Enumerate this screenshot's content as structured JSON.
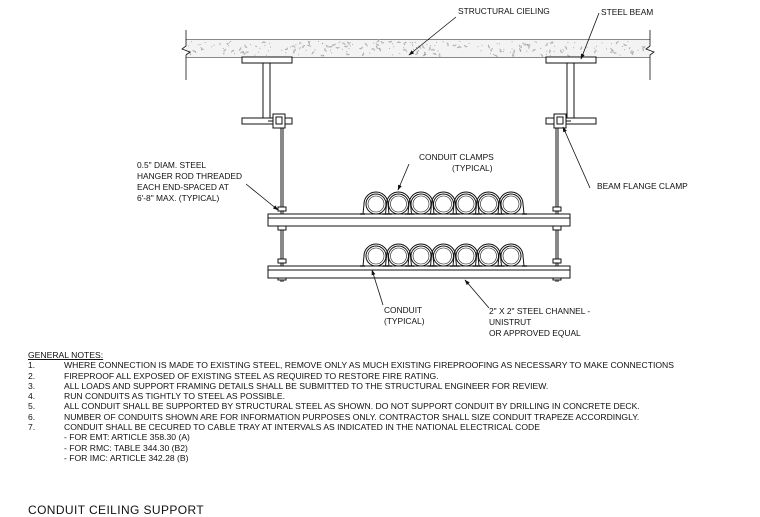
{
  "labels": {
    "structural_ceiling": "STRUCTURAL CIELING",
    "steel_beam": "STEEL BEAM",
    "hanger_rod": [
      "0.5\" DIAM. STEEL",
      "HANGER ROD THREADED",
      "EACH END-SPACED AT",
      "6'-8\" MAX. (TYPICAL)"
    ],
    "conduit_clamps": [
      "CONDUIT CLAMPS",
      "(TYPICAL)"
    ],
    "beam_flange_clamp": "BEAM FLANGE CLAMP",
    "conduit": [
      "CONDUIT",
      "(TYPICAL)"
    ],
    "steel_channel": [
      "2\" X 2\" STEEL CHANNEL -",
      "UNISTRUT",
      "OR APPROVED EQUAL"
    ]
  },
  "notes": {
    "title": "GENERAL NOTES:",
    "items": [
      {
        "num": "1.",
        "text": "WHERE CONNECTION IS MADE TO EXISTING STEEL, REMOVE ONLY AS MUCH EXISTING FIREPROOFING AS NECESSARY TO MAKE CONNECTIONS"
      },
      {
        "num": "2.",
        "text": "FIREPROOF ALL EXPOSED OF EXISTING STEEL AS REQUIRED TO RESTORE FIRE RATING."
      },
      {
        "num": "3.",
        "text": "ALL LOADS AND SUPPORT FRAMING DETAILS SHALL BE SUBMITTED TO THE STRUCTURAL ENGINEER FOR REVIEW."
      },
      {
        "num": "4.",
        "text": "RUN CONDUITS AS TIGHTLY TO STEEL AS POSSIBLE."
      },
      {
        "num": "5.",
        "text": "ALL CONDUIT SHALL BE SUPPORTED BY STRUCTURAL STEEL AS SHOWN. DO NOT SUPPORT CONDUIT BY DRILLING IN CONCRETE DECK."
      },
      {
        "num": "6.",
        "text": "NUMBER OF CONDUITS SHOWN ARE FOR INFORMATION PURPOSES ONLY. CONTRACTOR SHALL SIZE CONDUIT TRAPEZE ACCORDINGLY."
      },
      {
        "num": "7.",
        "text": "CONDUIT SHALL BE CECURED TO CABLE TRAY AT INTERVALS AS INDICATED IN THE NATIONAL ELECTRICAL CODE"
      }
    ],
    "subitems": [
      "- FOR EMT: ARTICLE 358.30 (A)",
      "- FOR RMC: TABLE 344.30 (B2)",
      "- FOR IMC: ARTICLE 342.28 (B)"
    ]
  },
  "sheet_title": "CONDUIT CEILING SUPPORT",
  "conduits_per_tier": 7
}
